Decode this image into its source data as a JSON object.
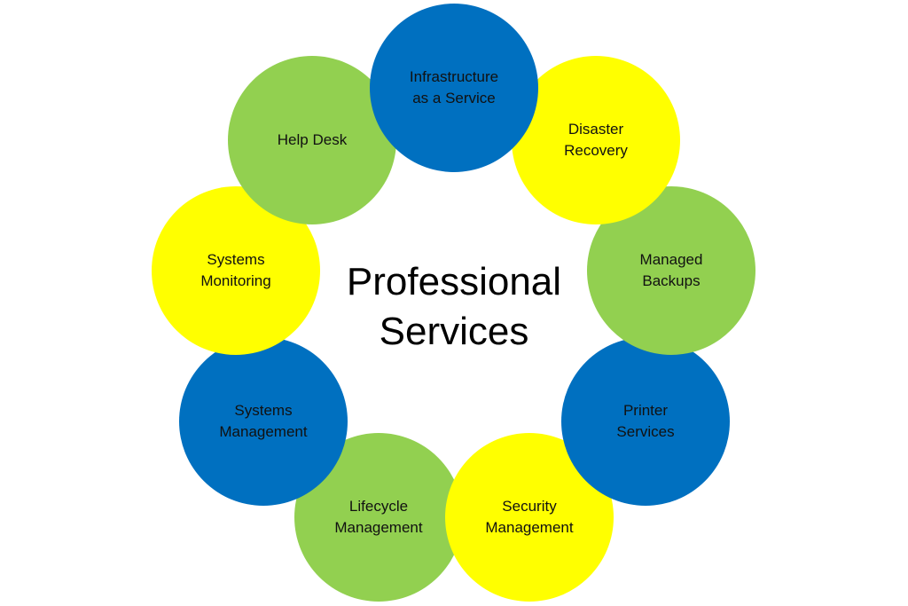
{
  "diagram": {
    "center_title": "Professional\nServices",
    "nodes": [
      {
        "id": "lifecycle",
        "label": "Lifecycle\nManagement",
        "color": "#92D050"
      },
      {
        "id": "systems-management",
        "label": "Systems\nManagement",
        "color": "#0070C0"
      },
      {
        "id": "systems-monitoring",
        "label": "Systems\nMonitoring",
        "color": "#FFFF00"
      },
      {
        "id": "help-desk",
        "label": "Help Desk",
        "color": "#92D050"
      },
      {
        "id": "security",
        "label": "Security\nManagement",
        "color": "#FFFF00"
      },
      {
        "id": "printer",
        "label": "Printer\nServices",
        "color": "#0070C0"
      },
      {
        "id": "backups",
        "label": "Managed\nBackups",
        "color": "#92D050"
      },
      {
        "id": "disaster",
        "label": "Disaster\nRecovery",
        "color": "#FFFF00"
      },
      {
        "id": "iaas",
        "label": "Infrastructure\nas a Service",
        "color": "#0070C0"
      }
    ]
  }
}
